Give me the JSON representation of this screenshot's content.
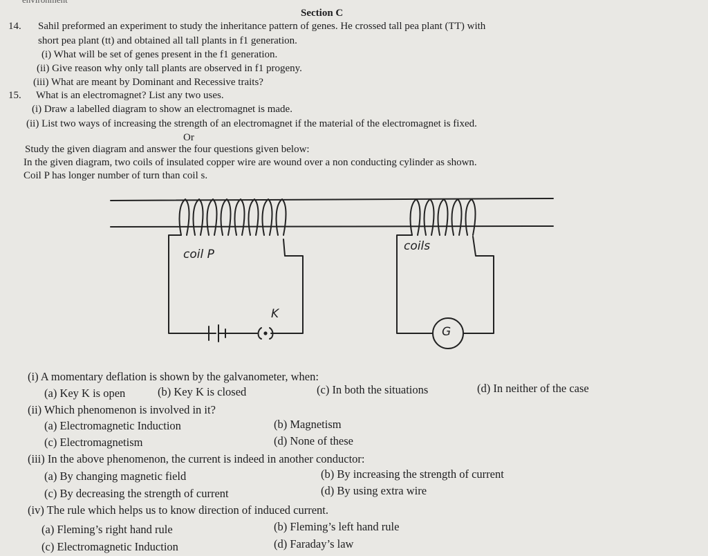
{
  "header_fragment": "environment",
  "section_title": "Section C",
  "q14": {
    "number": "14.",
    "text_line1": "Sahil preformed an experiment to study the inheritance pattern of genes. He crossed tall pea plant (TT) with",
    "text_line2": "short pea plant (tt) and obtained all tall plants in f1 generation.",
    "parts": [
      "(i) What will be set of genes present in the f1 generation.",
      "(ii) Give reason why only tall plants are observed in f1 progeny.",
      "(iii) What are meant by Dominant and Recessive traits?"
    ]
  },
  "q15": {
    "number": "15.",
    "text": "What is an electromagnet? List any two uses.",
    "parts": [
      "(i) Draw a labelled diagram to show an electromagnet is made.",
      "(ii) List two ways of increasing the strength of an electromagnet if the material of the electromagnet is fixed."
    ],
    "or": "Or",
    "study_line": "Study the given diagram and answer the four questions given below:",
    "desc_line1": "In the given diagram, two coils of insulated copper wire are wound over a non conducting cylinder as shown.",
    "desc_line2": "Coil P has longer number of turn than coil s."
  },
  "diagram": {
    "coil_p_label": "coil P",
    "coil_s_label": "coils",
    "key_label": "K",
    "galvanometer_label": "G"
  },
  "mcq": [
    {
      "question": "(i) A momentary deflation is shown by the galvanometer, when:",
      "options": [
        "(a) Key K is open",
        "(b) Key K is closed",
        "(c) In both the situations",
        "(d) In neither of the case"
      ]
    },
    {
      "question": "(ii) Which phenomenon is involved in it?",
      "options": [
        "(a) Electromagnetic Induction",
        "(b) Magnetism",
        "(c) Electromagnetism",
        "(d) None of these"
      ]
    },
    {
      "question": "(iii) In the above phenomenon, the current is indeed in another conductor:",
      "options": [
        "(a) By changing magnetic field",
        "(b) By increasing the strength of current",
        "(c) By decreasing the strength of current",
        "(d) By using extra wire"
      ]
    },
    {
      "question": "(iv) The rule which helps us to know direction of induced current.",
      "options": [
        "(a) Fleming’s right hand rule",
        "(b) Fleming’s left hand rule",
        "(c) Electromagnetic Induction",
        "(d) Faraday’s law"
      ]
    }
  ]
}
